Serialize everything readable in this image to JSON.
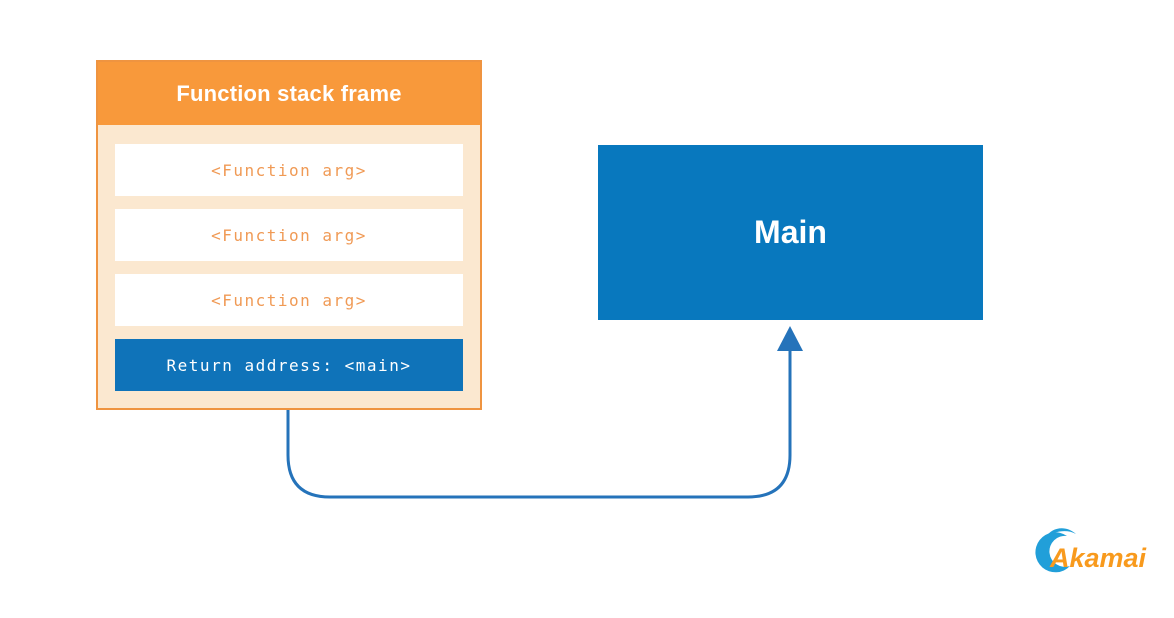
{
  "diagram": {
    "stack_frame": {
      "title": "Function stack frame",
      "rows": [
        {
          "label": "<Function arg>",
          "type": "arg"
        },
        {
          "label": "<Function arg>",
          "type": "arg"
        },
        {
          "label": "<Function arg>",
          "type": "arg"
        },
        {
          "label": "Return address: <main>",
          "type": "return"
        }
      ]
    },
    "main_box": {
      "label": "Main"
    },
    "arrow": {
      "from": "return-address-row",
      "to": "main-box",
      "direction": "up"
    }
  },
  "logo": {
    "text": "Akamai"
  },
  "colors": {
    "header_orange": "#F8993B",
    "box_border_orange": "#EF9440",
    "box_fill_cream": "#FBE8D0",
    "arg_text_orange": "#F09A55",
    "return_row_blue": "#0F73B9",
    "main_box_blue": "#0878BE",
    "arrow_blue": "#2573BA",
    "logo_blue": "#219FD9",
    "logo_orange": "#F89A1D"
  }
}
